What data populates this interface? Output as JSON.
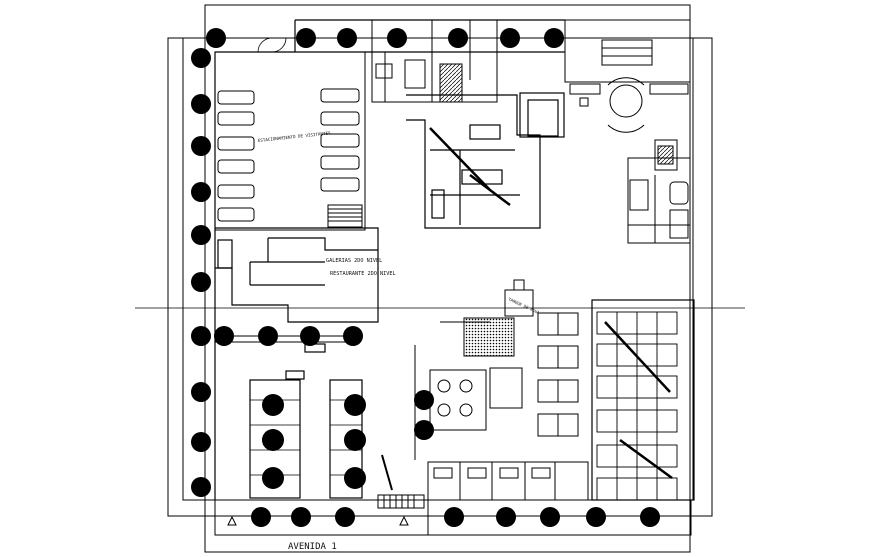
{
  "labels": {
    "parking_note": "ESTACIONAMIENTO DE VISITANTES",
    "gallery": "GALERIAS 2DO NIVEL",
    "restaurant": "RESTAURANTE 2DO NIVEL",
    "tank": "TANQUE DE AGUA",
    "avenue": "AVENIDA 1"
  },
  "colors": {
    "ink": "#000000",
    "background": "#ffffff"
  },
  "icons": [
    "tree-icon",
    "car-icon",
    "fountain-icon",
    "staircase-icon"
  ]
}
